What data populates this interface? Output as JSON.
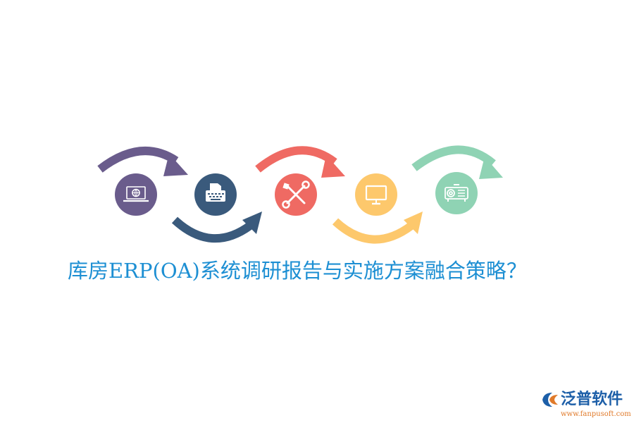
{
  "title": "库房ERP(OA)系统调研报告与实施方案融合策略？",
  "steps": [
    {
      "icon": "laptop-globe-icon",
      "color": "#6a5c8c"
    },
    {
      "icon": "typewriter-icon",
      "color": "#3a5a7c"
    },
    {
      "icon": "wrench-screwdriver-icon",
      "color": "#ef6a63"
    },
    {
      "icon": "monitor-icon",
      "color": "#fdc86c"
    },
    {
      "icon": "projector-icon",
      "color": "#8fd3b4"
    }
  ],
  "logo": {
    "name": "泛普软件",
    "url": "www.fanpusoft.com",
    "brand_color": "#1d5fa8",
    "accent_color": "#e07a2a"
  }
}
